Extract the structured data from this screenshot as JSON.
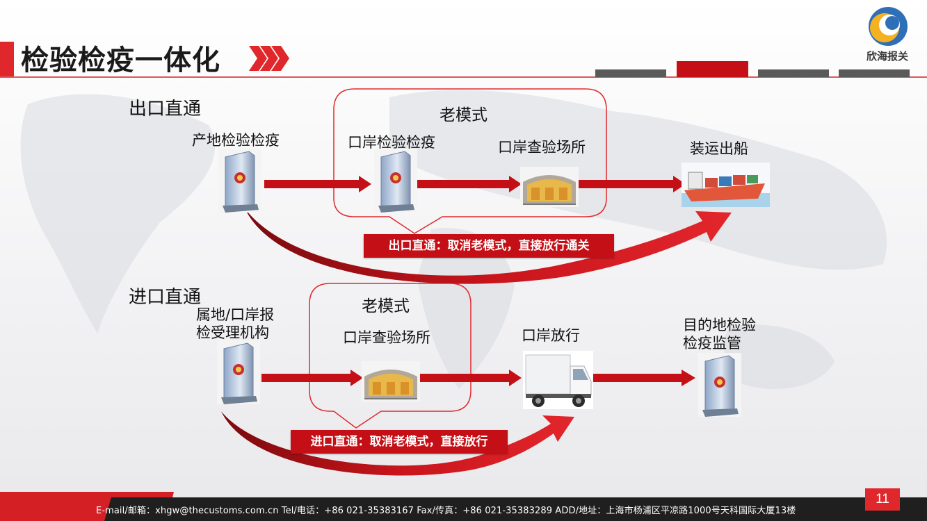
{
  "header": {
    "title": "检验检疫一体化",
    "logo_text": "欣海报关"
  },
  "export_section": {
    "title": "出口直通",
    "old_mode_label": "老模式",
    "nodes": [
      "产地检验检疫",
      "口岸检验检疫",
      "口岸查验场所",
      "装运出船"
    ],
    "banner": "出口直通：取消老模式，直接放行通关"
  },
  "import_section": {
    "title": "进口直通",
    "old_mode_label": "老模式",
    "node_first_line1": "属地/口岸报",
    "node_first_line2": "检受理机构",
    "node_inspection": "口岸查验场所",
    "node_release": "口岸放行",
    "node_dest_line1": "目的地检验",
    "node_dest_line2": "检疫监管",
    "banner": "进口直通：取消老模式，直接放行"
  },
  "footer": {
    "contact": "E-mail/邮箱：xhgw@thecustoms.com.cn  Tel/电话：+86 021-35383167    Fax/传真：+86 021-35383289 ADD/地址：上海市杨浦区平凉路1000号天科国际大厦13楼",
    "page_number": "11"
  },
  "colors": {
    "accent_red": "#c40f16",
    "footer_bg": "#1f1f1f",
    "tab_gray": "#5a5a5a"
  }
}
